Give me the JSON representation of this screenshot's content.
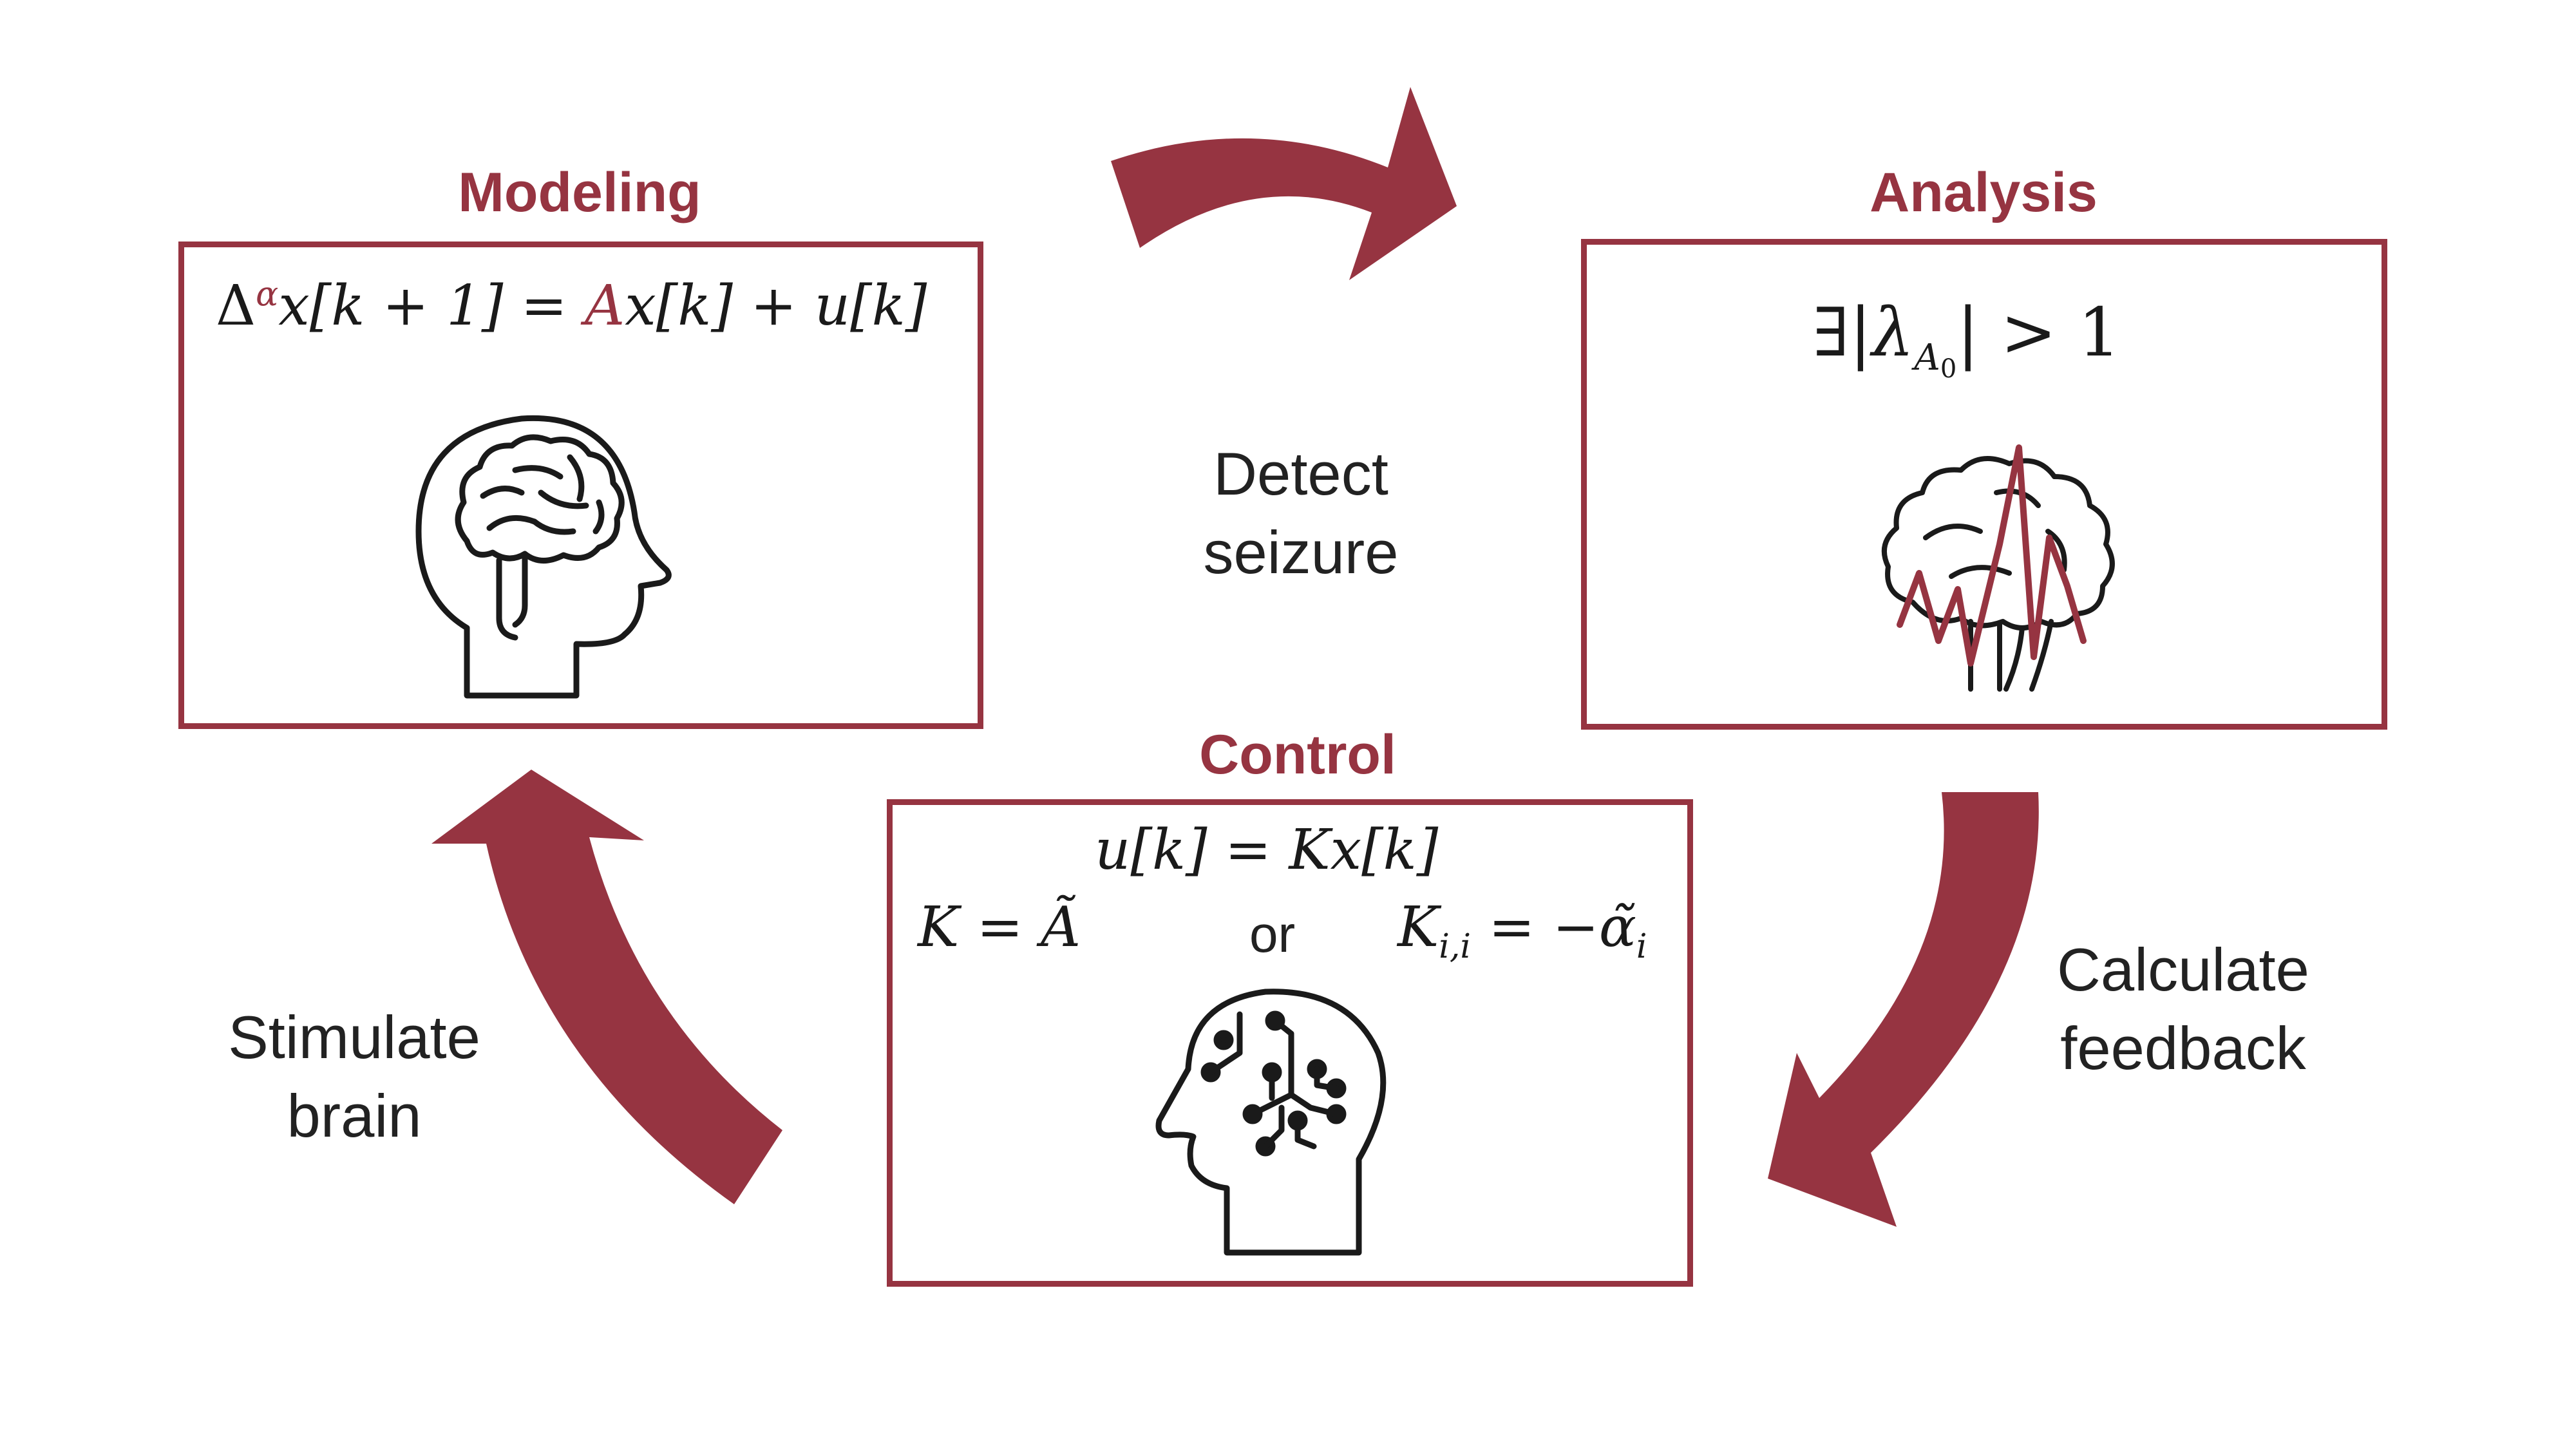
{
  "stages": {
    "modeling": {
      "title": "Modeling",
      "equation": {
        "delta": "Δ",
        "alpha": "α",
        "lhs_rest": "x[k + 1] = ",
        "A": "A",
        "rhs_rest": "x[k] + u[k]"
      }
    },
    "analysis": {
      "title": "Analysis",
      "equation": {
        "exists": "∃|",
        "lambda": "λ",
        "sub": "A",
        "subsub": "0",
        "rest": "| > 1"
      }
    },
    "control": {
      "title": "Control",
      "equation_top": "u[k] = Kx[k]",
      "equation_left": "K = Ã",
      "or_label": "or",
      "equation_right": {
        "main": "K",
        "sub": "i,i",
        "mid": " = −",
        "alpha": "α̃",
        "alpha_sub": "i"
      }
    }
  },
  "transitions": {
    "detect": {
      "line1": "Detect",
      "line2": "seizure"
    },
    "feedback": {
      "line1": "Calculate",
      "line2": "feedback"
    },
    "stimulate": {
      "line1": "Stimulate",
      "line2": "brain"
    }
  },
  "icons": {
    "modeling_icon": "brain-head-icon",
    "analysis_icon": "brain-seizure-icon",
    "control_icon": "ai-circuit-head-icon"
  },
  "colors": {
    "accent": "#963441",
    "text": "#222222",
    "icon_stroke": "#1a1a1a"
  }
}
